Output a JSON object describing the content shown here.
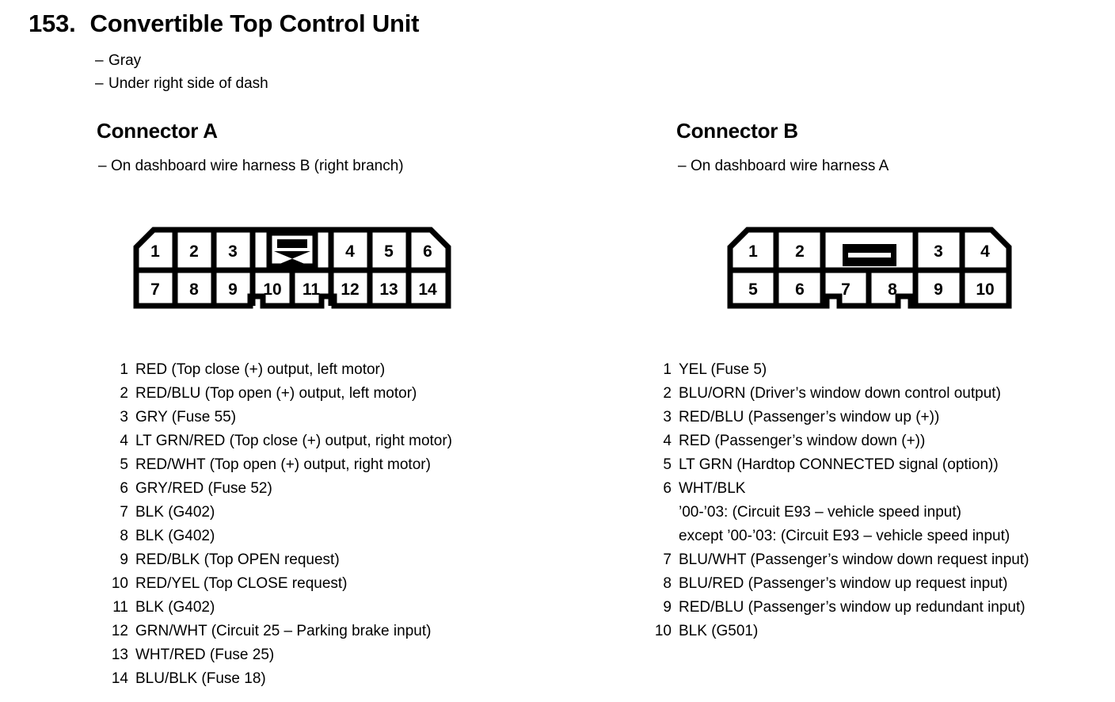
{
  "page": {
    "number": "153.",
    "title": "Convertible Top Control Unit",
    "notes": [
      "Gray",
      "Under right side of dash"
    ]
  },
  "connector_a": {
    "heading": "Connector A",
    "location": "On dashboard wire harness B (right branch)",
    "housing": {
      "type": "14-pin",
      "top_row": [
        "1",
        "2",
        "3",
        "",
        "4",
        "5",
        "6"
      ],
      "bottom_row": [
        "7",
        "8",
        "9",
        "10",
        "11",
        "12",
        "13",
        "14"
      ],
      "keyway_symbol": "bar-and-bowtie",
      "chamfered_corners": [
        "top-left",
        "top-right"
      ],
      "bottom_notches": 2
    },
    "pins": [
      {
        "num": "1",
        "desc": "RED (Top close (+) output, left motor)"
      },
      {
        "num": "2",
        "desc": "RED/BLU (Top open (+) output, left motor)"
      },
      {
        "num": "3",
        "desc": "GRY (Fuse 55)"
      },
      {
        "num": "4",
        "desc": "LT GRN/RED (Top close (+) output, right motor)"
      },
      {
        "num": "5",
        "desc": "RED/WHT (Top open (+) output, right motor)"
      },
      {
        "num": "6",
        "desc": "GRY/RED (Fuse 52)"
      },
      {
        "num": "7",
        "desc": "BLK (G402)"
      },
      {
        "num": "8",
        "desc": "BLK (G402)"
      },
      {
        "num": "9",
        "desc": "RED/BLK (Top OPEN request)"
      },
      {
        "num": "10",
        "desc": "RED/YEL (Top CLOSE request)"
      },
      {
        "num": "11",
        "desc": "BLK (G402)"
      },
      {
        "num": "12",
        "desc": "GRN/WHT (Circuit 25 – Parking brake input)"
      },
      {
        "num": "13",
        "desc": "WHT/RED (Fuse 25)"
      },
      {
        "num": "14",
        "desc": "BLU/BLK (Fuse 18)"
      }
    ]
  },
  "connector_b": {
    "heading": "Connector B",
    "location": "On dashboard wire harness A",
    "housing": {
      "type": "10-pin",
      "top_row": [
        "1",
        "2",
        "",
        "3",
        "4"
      ],
      "bottom_row": [
        "5",
        "6",
        "7",
        "8",
        "9",
        "10"
      ],
      "keyway_symbol": "double-bar",
      "chamfered_corners": [
        "top-left",
        "top-right"
      ],
      "bottom_notches": 2
    },
    "pins": [
      {
        "num": "1",
        "desc": "YEL (Fuse 5)"
      },
      {
        "num": "2",
        "desc": "BLU/ORN (Driver’s window down control output)"
      },
      {
        "num": "3",
        "desc": "RED/BLU (Passenger’s window up (+))"
      },
      {
        "num": "4",
        "desc": "RED (Passenger’s window down (+))"
      },
      {
        "num": "5",
        "desc": "LT GRN (Hardtop CONNECTED signal (option))"
      },
      {
        "num": "6",
        "desc": "WHT/BLK",
        "extra": [
          "’00-’03: (Circuit E93 – vehicle speed input)",
          "except ’00-’03: (Circuit E93 – vehicle speed input)"
        ]
      },
      {
        "num": "7",
        "desc": "BLU/WHT (Passenger’s window down request input)"
      },
      {
        "num": "8",
        "desc": "BLU/RED (Passenger’s window up request input)"
      },
      {
        "num": "9",
        "desc": "RED/BLU (Passenger’s window up redundant input)"
      },
      {
        "num": "10",
        "desc": "BLK (G501)"
      }
    ]
  }
}
